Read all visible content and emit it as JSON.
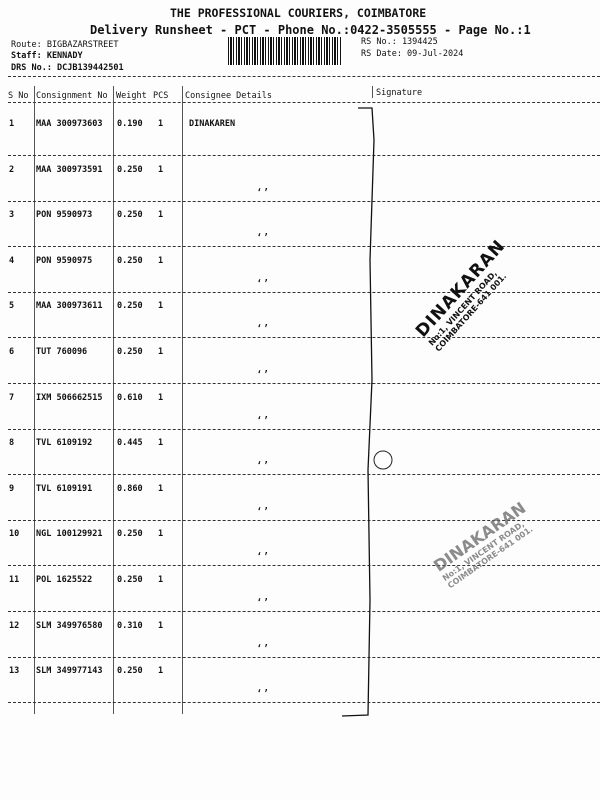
{
  "header": {
    "company": "THE PROFESSIONAL COURIERS, COIMBATORE",
    "subtitle": "Delivery Runsheet - PCT - Phone No.:0422-3505555 - Page No.:1",
    "route": "Route: BIGBAZARSTREET",
    "staff": "Staff: KENNADY",
    "drs": "DRS No.: DCJB139442501",
    "rs_no": "RS No.: 1394425",
    "rs_date": "RS Date: 09-Jul-2024"
  },
  "columns": {
    "sno": "S No",
    "consignment": "Consignment No",
    "weight": "Weight",
    "pcs": "PCS",
    "consignee": "Consignee Details",
    "signature": "Signature"
  },
  "rows": [
    {
      "sno": "1",
      "consignment": "MAA 300973603",
      "weight": "0.190",
      "pcs": "1",
      "consignee": "DINAKAREN"
    },
    {
      "sno": "2",
      "consignment": "MAA 300973591",
      "weight": "0.250",
      "pcs": "1",
      "consignee": ""
    },
    {
      "sno": "3",
      "consignment": "PON 9590973",
      "weight": "0.250",
      "pcs": "1",
      "consignee": ""
    },
    {
      "sno": "4",
      "consignment": "PON 9590975",
      "weight": "0.250",
      "pcs": "1",
      "consignee": ""
    },
    {
      "sno": "5",
      "consignment": "MAA 300973611",
      "weight": "0.250",
      "pcs": "1",
      "consignee": ""
    },
    {
      "sno": "6",
      "consignment": "TUT 760096",
      "weight": "0.250",
      "pcs": "1",
      "consignee": ""
    },
    {
      "sno": "7",
      "consignment": "IXM 506662515",
      "weight": "0.610",
      "pcs": "1",
      "consignee": ""
    },
    {
      "sno": "8",
      "consignment": "TVL 6109192",
      "weight": "0.445",
      "pcs": "1",
      "consignee": ""
    },
    {
      "sno": "9",
      "consignment": "TVL 6109191",
      "weight": "0.860",
      "pcs": "1",
      "consignee": ""
    },
    {
      "sno": "10",
      "consignment": "NGL 100129921",
      "weight": "0.250",
      "pcs": "1",
      "consignee": ""
    },
    {
      "sno": "11",
      "consignment": "POL 1625522",
      "weight": "0.250",
      "pcs": "1",
      "consignee": ""
    },
    {
      "sno": "12",
      "consignment": "SLM 349976580",
      "weight": "0.310",
      "pcs": "1",
      "consignee": ""
    },
    {
      "sno": "13",
      "consignment": "SLM 349977143",
      "weight": "0.250",
      "pcs": "1",
      "consignee": ""
    }
  ],
  "stamp": {
    "name": "DINAKARAN",
    "line1": "No:1, VINCENT ROAD,",
    "line2": "COIMBATORE-641 001."
  }
}
